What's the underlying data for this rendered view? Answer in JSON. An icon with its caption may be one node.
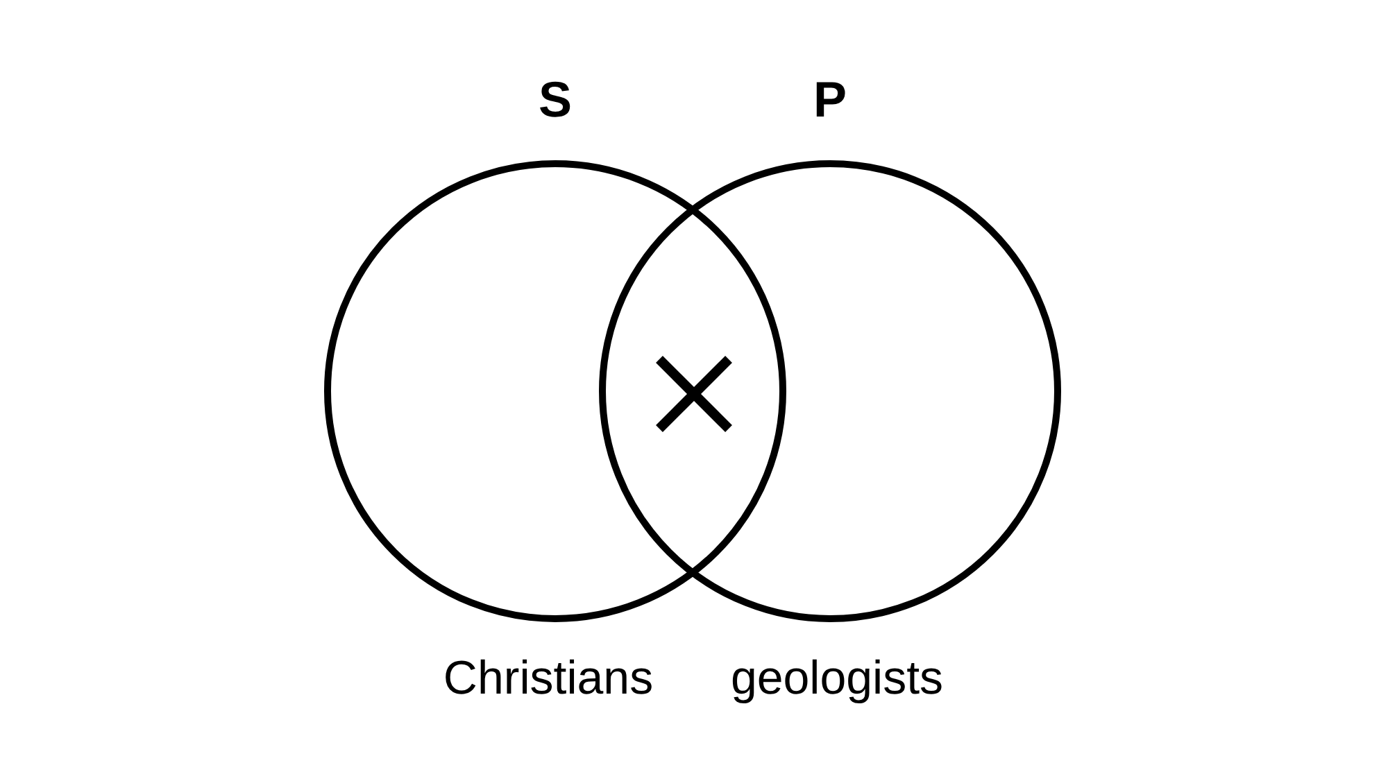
{
  "diagram": {
    "nodes": [
      {
        "text": [
          "S"
        ],
        "beside": [
          "Christians"
        ]
      },
      {
        "text": [
          "P"
        ],
        "beside": [
          "geologists"
        ]
      }
    ],
    "edges": []
  }
}
